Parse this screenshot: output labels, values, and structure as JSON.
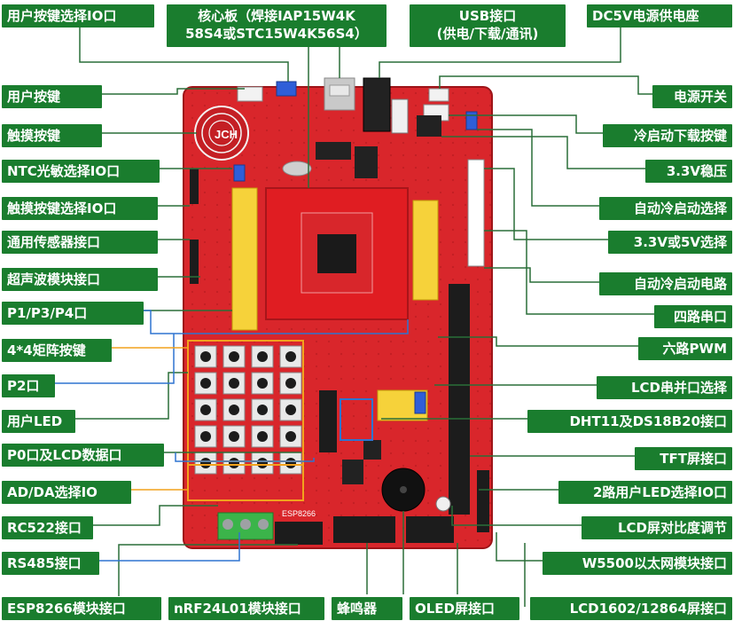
{
  "colors": {
    "label_bg": "#1a7d2e",
    "label_text": "#ffffff",
    "board_red": "#d9262b",
    "board_dark": "#b31b20",
    "leader": "#2a6e38",
    "highlight_blue": "#2f74d0",
    "highlight_orange": "#f2a21d",
    "header_yellow": "#f6d23a",
    "header_black": "#1c1c1c",
    "terminal_green": "#3bb44a"
  },
  "labels": {
    "user_key_select_io": "用户按键选择IO口",
    "core_board_line1": "核心板（焊接IAP15W4K",
    "core_board_line2": "58S4或STC15W4K56S4）",
    "usb_line1": "USB接口",
    "usb_line2": "(供电/下载/通讯)",
    "dc5v": "DC5V电源供电座",
    "user_key": "用户按键",
    "power_switch": "电源开关",
    "touch_key": "触摸按键",
    "cold_start_key": "冷启动下载按键",
    "ntc_select": "NTC光敏选择IO口",
    "reg_3v3": "3.3V稳压",
    "touch_key_select": "触摸按键选择IO口",
    "auto_cold_select": "自动冷启动选择",
    "sensor_port": "通用传感器接口",
    "v33_v5_select": "3.3V或5V选择",
    "ultrasonic_port": "超声波模块接口",
    "auto_cold_circuit": "自动冷启动电路",
    "p1p3p4": "P1/P3/P4口",
    "four_uart": "四路串口",
    "matrix_key": "4*4矩阵按键",
    "six_pwm": "六路PWM",
    "p2_port": "P2口",
    "lcd_serial_select": "LCD串并口选择",
    "user_led": "用户LED",
    "dht11_ds18b20": "DHT11及DS18B20接口",
    "p0_lcd_data": "P0口及LCD数据口",
    "tft_port": "TFT屏接口",
    "ad_da_select": "AD/DA选择IO",
    "two_led_select": "2路用户LED选择IO口",
    "rc522_port": "RC522接口",
    "lcd_contrast": "LCD屏对比度调节",
    "rs485_port": "RS485接口",
    "w5500_port": "W5500以太网模块接口",
    "esp8266_port": "ESP8266模块接口",
    "nrf24l01_port": "nRF24L01模块接口",
    "buzzer": "蜂鸣器",
    "oled_port": "OLED屏接口",
    "lcd1602_12864": "LCD1602/12864屏接口"
  },
  "silkscreen": {
    "esp_label": "ESP8266",
    "brand": "JCH"
  }
}
